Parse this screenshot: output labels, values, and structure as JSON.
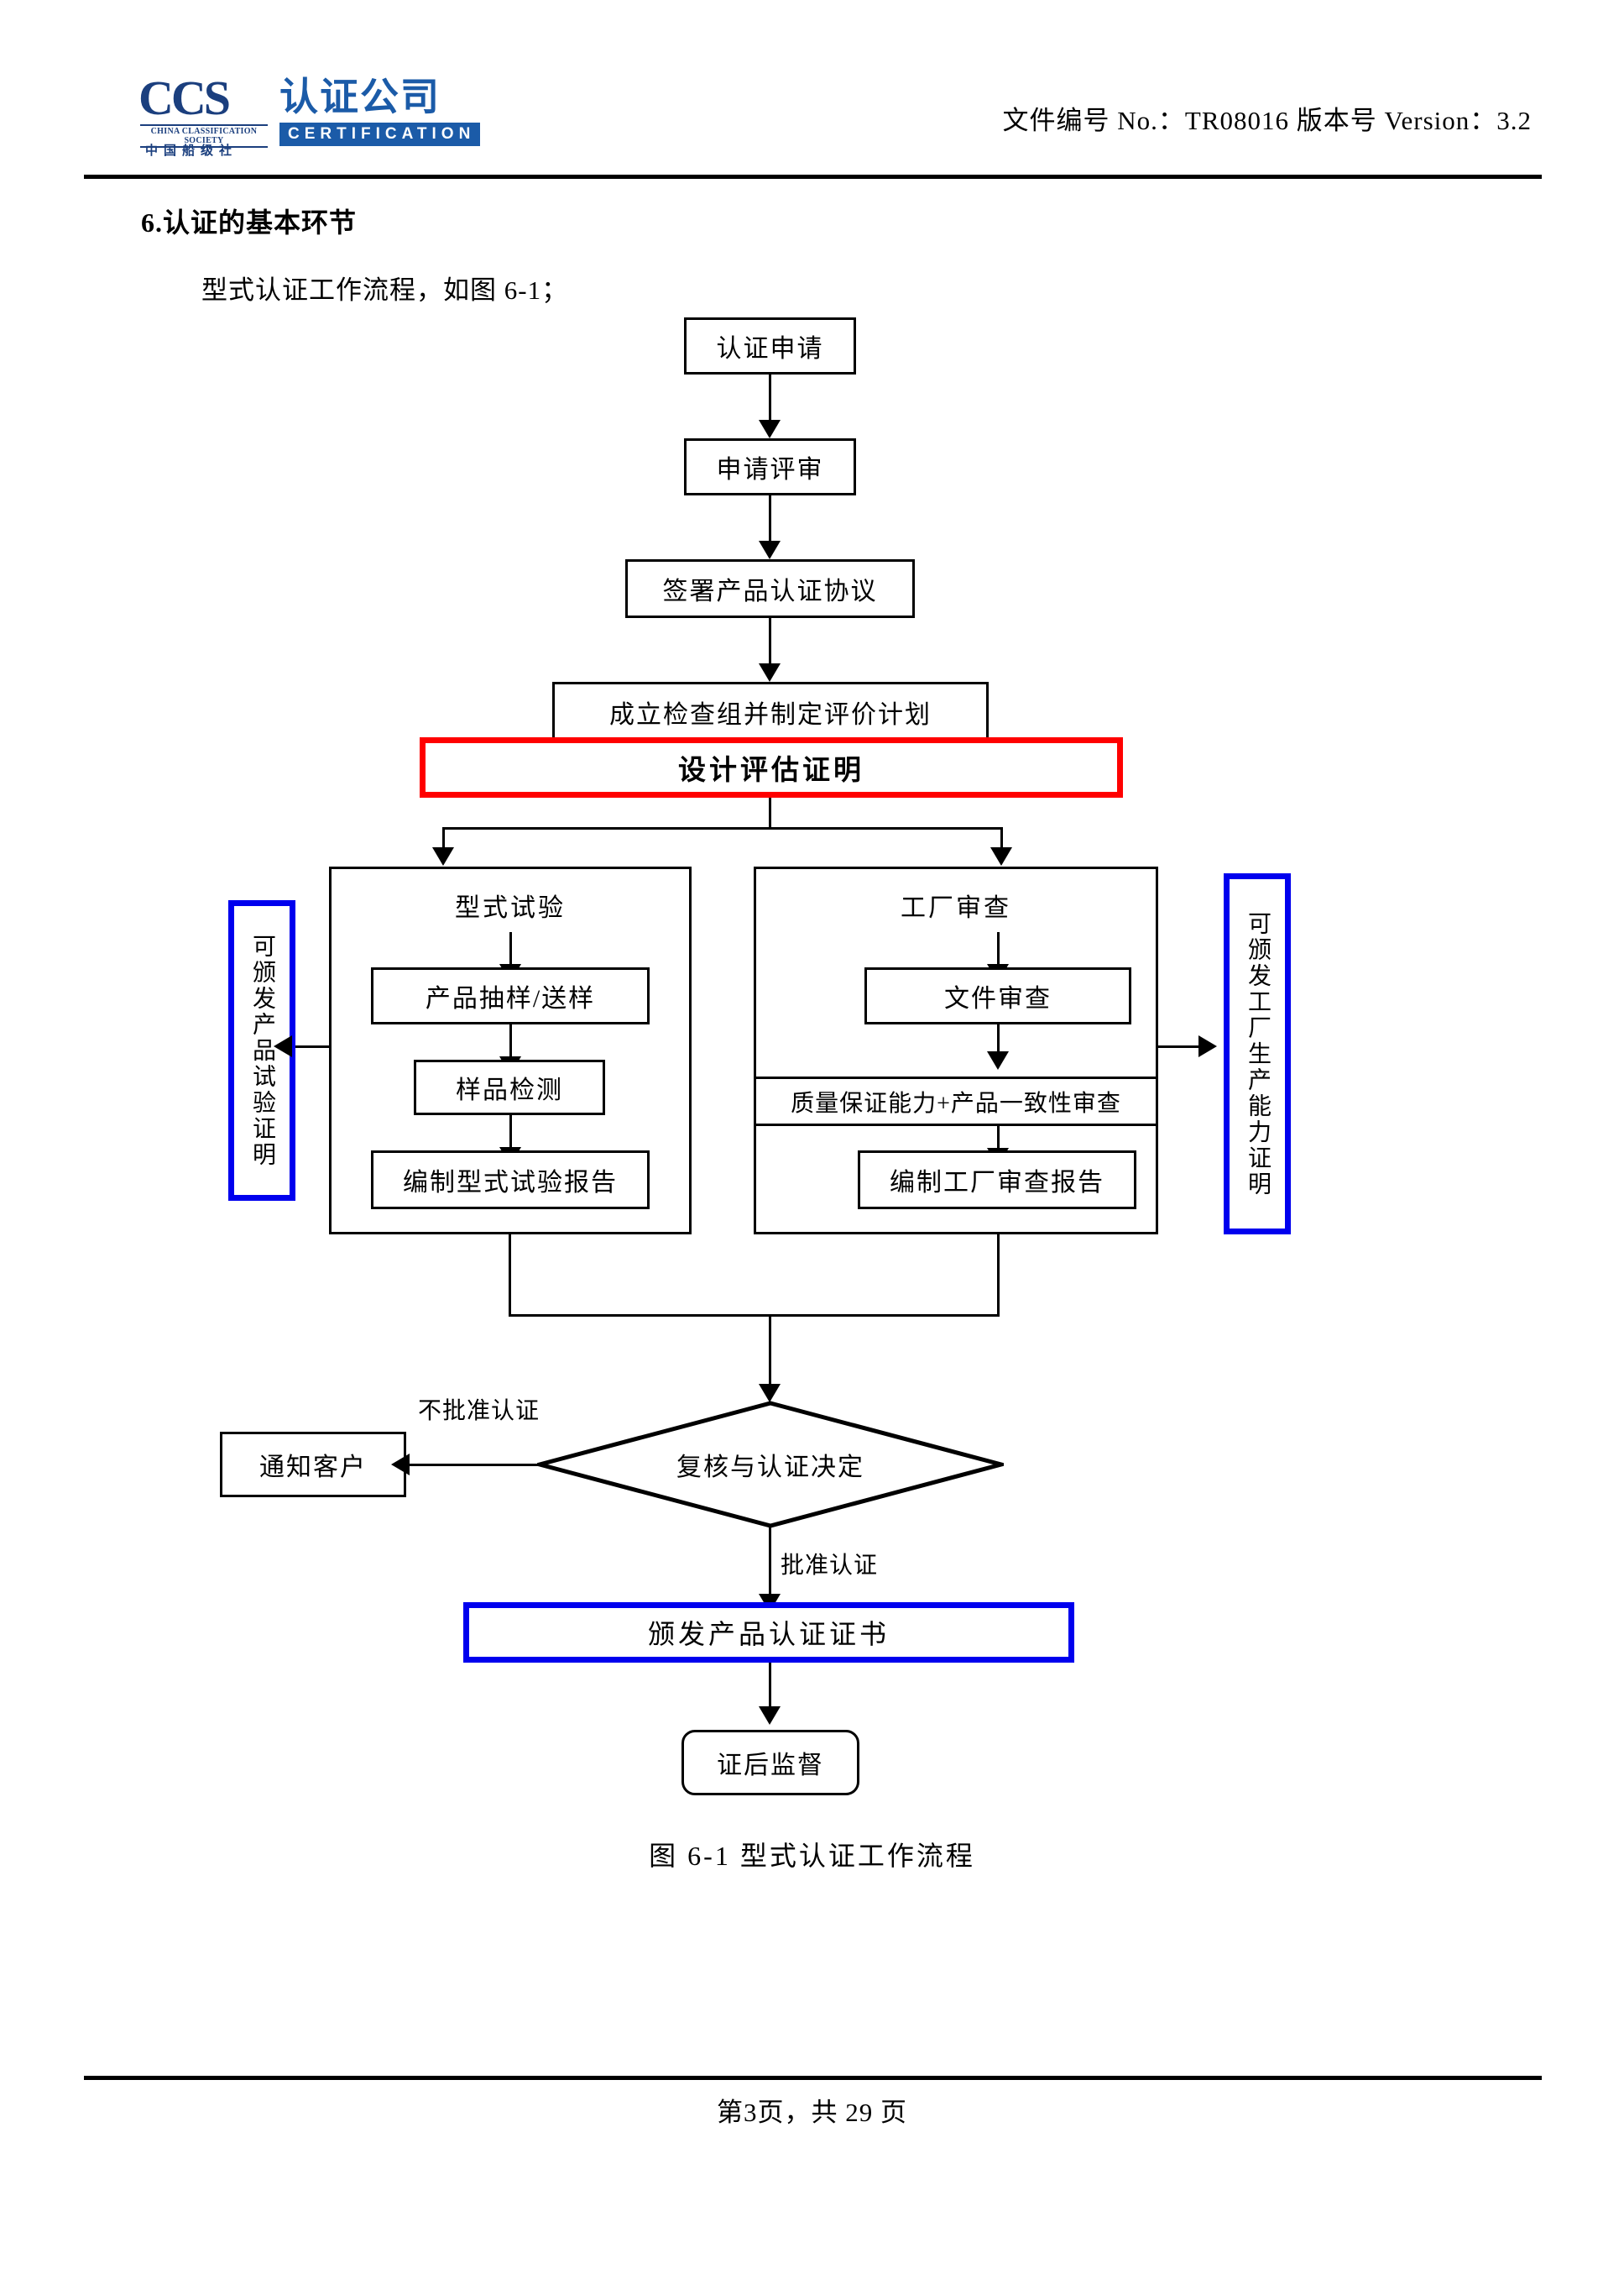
{
  "header": {
    "logo": {
      "abbr": "CCS",
      "english_line": "CHINA CLASSIFICATION SOCIETY",
      "chinese_small": "中国船级社",
      "chinese_big": "认证公司",
      "certification": "CERTIFICATION"
    },
    "doc_meta": "文件编号 No.：TR08016  版本号 Version：3.2"
  },
  "body": {
    "section_heading": "6.认证的基本环节",
    "intro_text": "型式认证工作流程，如图 6-1；"
  },
  "flowchart": {
    "caption": "图 6-1 型式认证工作流程",
    "nodes": {
      "apply": "认证申请",
      "review_apply": "申请评审",
      "sign_agreement": "签署产品认证协议",
      "form_team": "成立检查组并制定评价计划",
      "design_eval": "设计评估证明",
      "type_test_title": "型式试验",
      "sampling": "产品抽样/送样",
      "sample_test": "样品检测",
      "type_test_report": "编制型式试验报告",
      "factory_audit_title": "工厂审查",
      "doc_audit": "文件审查",
      "quality_consistency": "质量保证能力+产品一致性审查",
      "factory_report": "编制工厂审查报告",
      "cert_product_test": "可颁发产品试验证明",
      "cert_factory_capability": "可颁发工厂生产能力证明",
      "decision": "复核与认证决定",
      "notify_client": "通知客户",
      "issue_cert": "颁发产品认证证书",
      "post_cert_supervision": "证后监督"
    },
    "edge_labels": {
      "reject": "不批准认证",
      "approve": "批准认证"
    },
    "colors": {
      "red_border": "#ff0000",
      "blue_border": "#0000ee",
      "default_border": "#000000",
      "brand_blue": "#1b5ba8"
    }
  },
  "footer": {
    "page_text": "第3页，共 29 页"
  }
}
